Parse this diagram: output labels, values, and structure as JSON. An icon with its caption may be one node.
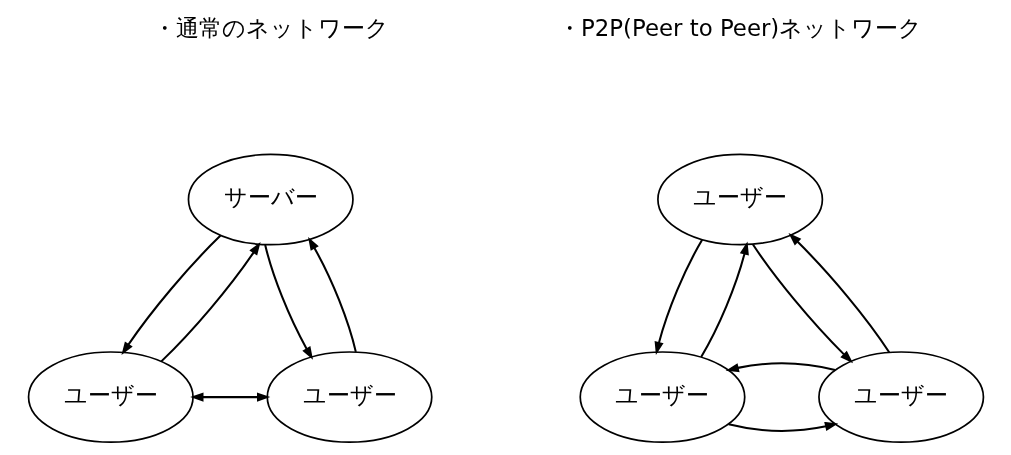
{
  "diagram": {
    "nodes": [
      {
        "text": [
          "サーバー"
        ]
      },
      {
        "text": [
          "ユーザー"
        ]
      },
      {
        "text": [
          "ユーザー"
        ]
      },
      {
        "text": [
          "ユーザー"
        ]
      },
      {
        "text": [
          "ユーザー"
        ]
      },
      {
        "text": [
          "ユーザー"
        ]
      }
    ],
    "edges": [
      {
        "from": 1,
        "to": 0,
        "arrow": "to"
      },
      {
        "from": 0,
        "to": 1,
        "arrow": "to"
      },
      {
        "from": 0,
        "to": 2,
        "arrow": "to"
      },
      {
        "from": 2,
        "to": 0,
        "arrow": "to"
      },
      {
        "from": 1,
        "to": 2,
        "arrow": "both"
      },
      {
        "from": 4,
        "to": 3,
        "arrow": "to"
      },
      {
        "from": 3,
        "to": 4,
        "arrow": "to"
      },
      {
        "from": 3,
        "to": 5,
        "arrow": "to"
      },
      {
        "from": 5,
        "to": 3,
        "arrow": "to"
      },
      {
        "from": 4,
        "to": 5,
        "arrow": "to"
      },
      {
        "from": 5,
        "to": 4,
        "arrow": "to"
      }
    ],
    "labels": [
      "・通常のネットワーク",
      "・P2P(Peer to Peer)ネットワーク"
    ]
  }
}
